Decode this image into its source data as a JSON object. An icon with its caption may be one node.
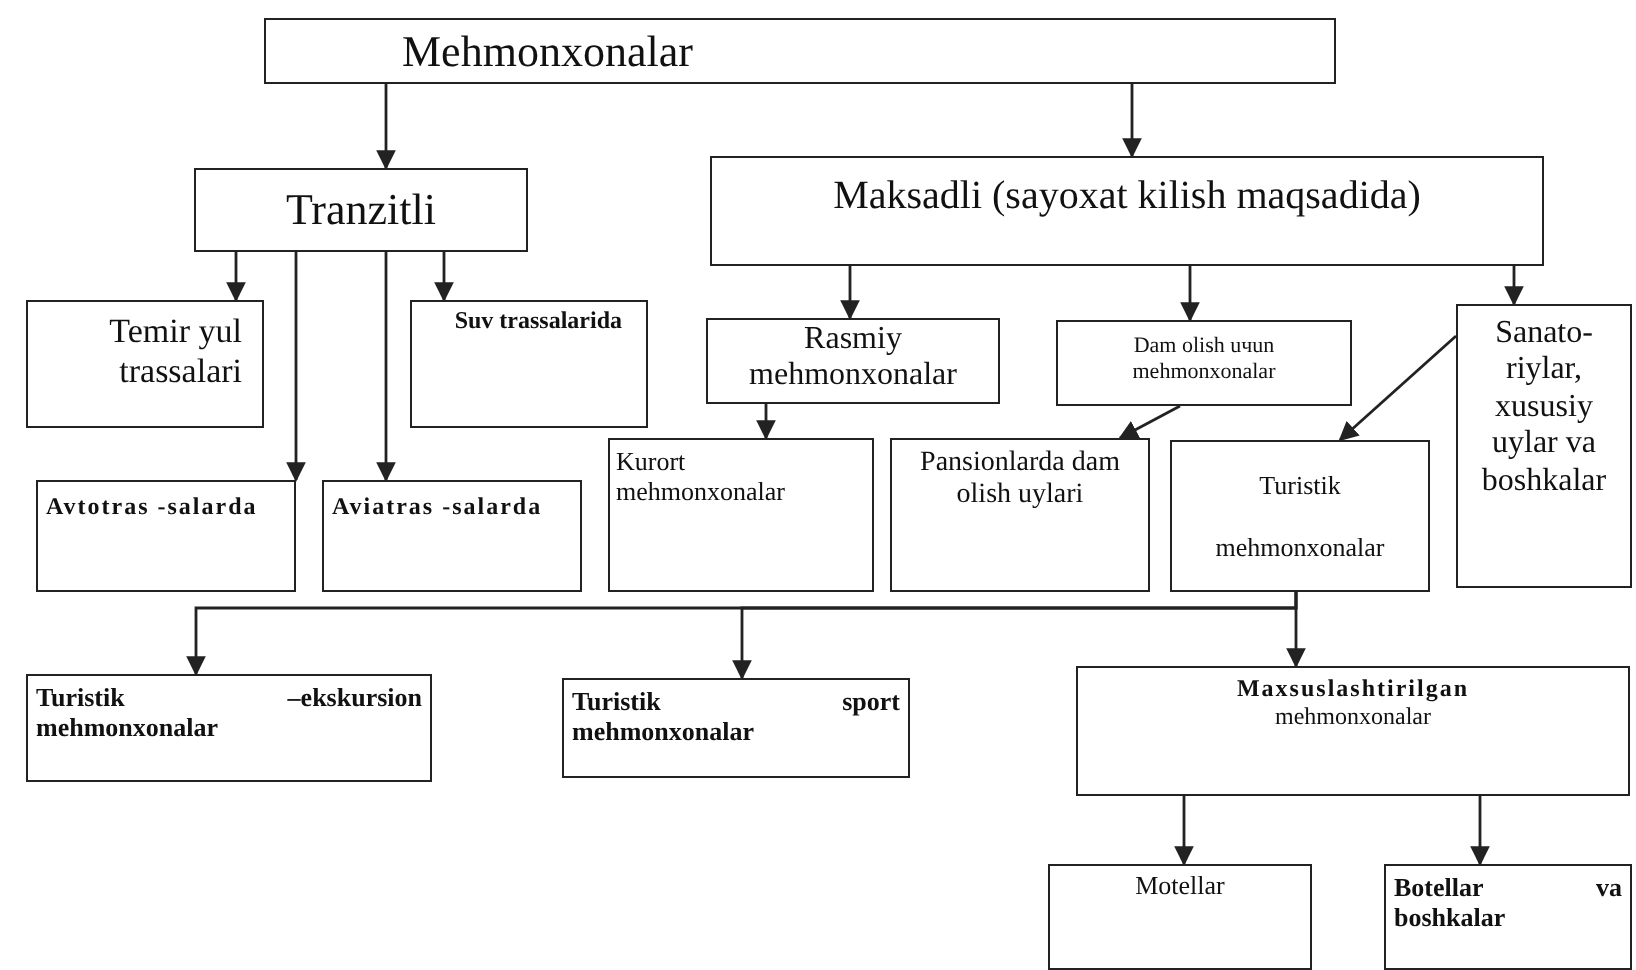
{
  "diagram": {
    "nodes": [
      {
        "text": [
          "Mehmonxonalar"
        ]
      },
      {
        "text": [
          "Tranzitli"
        ]
      },
      {
        "text": [
          "Maksadli (sayoxat kilish maqsadida)"
        ]
      },
      {
        "text": [
          "Temir yul trassalari"
        ]
      },
      {
        "text": [
          "Suv trassalarida"
        ]
      },
      {
        "text": [
          "Rasmiy mehmonxonalar"
        ]
      },
      {
        "text": [
          "Dam olish uчun mehmonxonalar"
        ]
      },
      {
        "text": [
          "Sanato- riylar, xususiy uylar va boshkalar"
        ]
      },
      {
        "text": [
          "Avtotras -salarda"
        ]
      },
      {
        "text": [
          "Aviatras -salarda"
        ]
      },
      {
        "text": [
          "Kurort mehmonxonalar"
        ]
      },
      {
        "text": [
          "Pansionlarda dam olish uylari"
        ]
      },
      {
        "text": [
          "Turistik mehmonxonalar"
        ]
      },
      {
        "text": [
          "Turistik –ekskursion mehmonxonalar"
        ]
      },
      {
        "text": [
          "Turistik sport mehmonxonalar"
        ]
      },
      {
        "text": [
          "Maxsuslashtirilgan",
          "mehmonxonalar"
        ]
      },
      {
        "text": [
          "Motellar"
        ]
      },
      {
        "text": [
          "Botellar va boshkalar"
        ]
      }
    ],
    "edges": [
      {
        "from": 0,
        "to": 1,
        "arrow": "to"
      },
      {
        "from": 0,
        "to": 2,
        "arrow": "to"
      },
      {
        "from": 1,
        "to": 3,
        "arrow": "to"
      },
      {
        "from": 1,
        "to": 4,
        "arrow": "to"
      },
      {
        "from": 1,
        "to": 8,
        "arrow": "to"
      },
      {
        "from": 1,
        "to": 9,
        "arrow": "to"
      },
      {
        "from": 2,
        "to": 5,
        "arrow": "to"
      },
      {
        "from": 2,
        "to": 6,
        "arrow": "to"
      },
      {
        "from": 2,
        "to": 7,
        "arrow": "to"
      },
      {
        "from": 5,
        "to": 10,
        "arrow": "to"
      },
      {
        "from": 6,
        "to": 11,
        "arrow": "to"
      },
      {
        "from": 7,
        "to": 12,
        "arrow": "to"
      },
      {
        "from": 12,
        "to": 13,
        "arrow": "to"
      },
      {
        "from": 12,
        "to": 14,
        "arrow": "to"
      },
      {
        "from": 12,
        "to": 15,
        "arrow": "to"
      },
      {
        "from": 15,
        "to": 16,
        "arrow": "to"
      },
      {
        "from": 15,
        "to": 17,
        "arrow": "to"
      }
    ]
  }
}
